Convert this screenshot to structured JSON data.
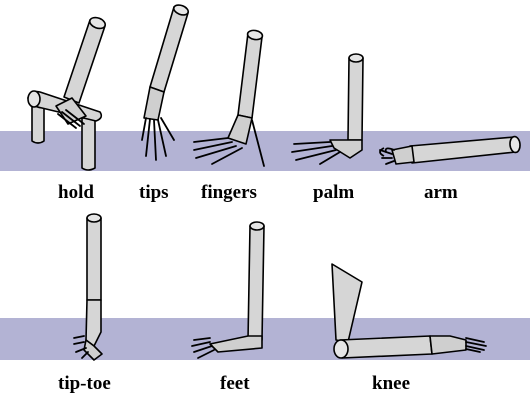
{
  "colors": {
    "surface": "#b3b3d4",
    "limb": "#d6d6d6",
    "outline": "#000000"
  },
  "labels": {
    "hold": "hold",
    "tips": "tips",
    "fingers": "fingers",
    "palm": "palm",
    "arm": "arm",
    "tiptoe": "tip-toe",
    "feet": "feet",
    "knee": "knee"
  }
}
